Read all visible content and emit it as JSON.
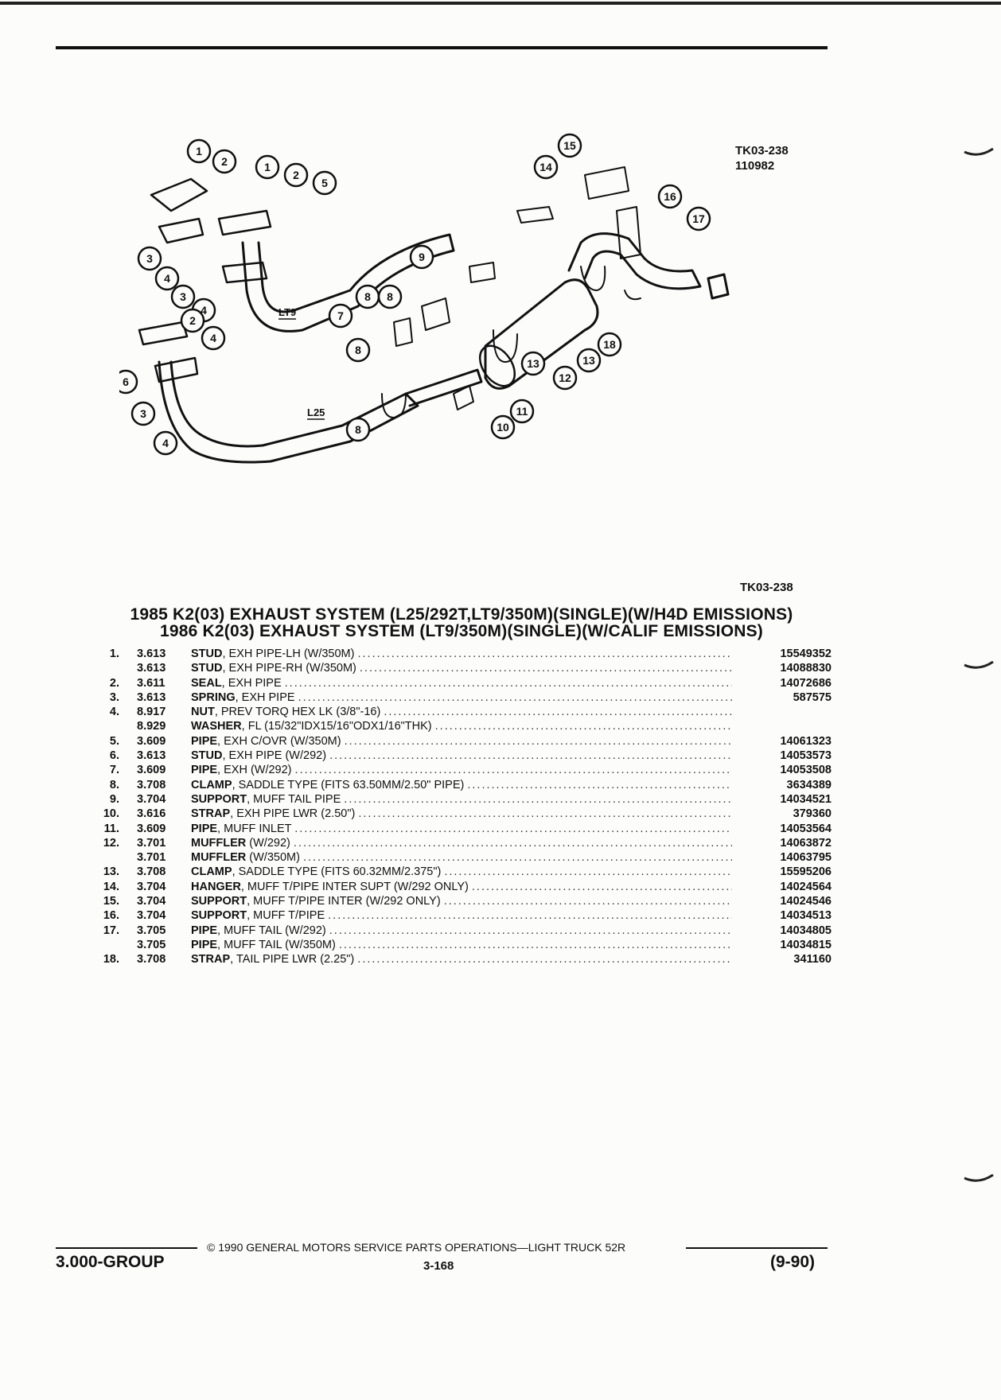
{
  "diagram": {
    "ref_code": "TK03-238",
    "ref_date": "110982",
    "engine_labels": [
      "LT9",
      "L25"
    ],
    "callouts": [
      "1",
      "2",
      "1",
      "2",
      "5",
      "3",
      "4",
      "3",
      "4",
      "2",
      "4",
      "6",
      "3",
      "4",
      "7",
      "8",
      "9",
      "8",
      "8",
      "10",
      "11",
      "12",
      "13",
      "13",
      "14",
      "15",
      "16",
      "17",
      "18",
      "8"
    ]
  },
  "figure_ref": "TK03-238",
  "titles": {
    "line1": "1985 K2(03) EXHAUST SYSTEM (L25/292T,LT9/350M)(SINGLE)(W/H4D EMISSIONS)",
    "line2": "1986 K2(03) EXHAUST SYSTEM (LT9/350M)(SINGLE)(W/CALIF EMISSIONS)"
  },
  "parts": [
    {
      "num": "1.",
      "group": "3.613",
      "name": "STUD",
      "detail": ", EXH PIPE-LH (W/350M)",
      "part": "15549352"
    },
    {
      "num": "",
      "group": "3.613",
      "name": "STUD",
      "detail": ", EXH PIPE-RH (W/350M)",
      "part": "14088830"
    },
    {
      "num": "2.",
      "group": "3.611",
      "name": "SEAL",
      "detail": ", EXH PIPE",
      "part": "14072686"
    },
    {
      "num": "3.",
      "group": "3.613",
      "name": "SPRING",
      "detail": ", EXH PIPE",
      "part": "587575"
    },
    {
      "num": "4.",
      "group": "8.917",
      "name": "NUT",
      "detail": ", PREV TORQ HEX LK (3/8\"-16)",
      "part": ""
    },
    {
      "num": "",
      "group": "8.929",
      "name": "WASHER",
      "detail": ", FL (15/32\"IDX15/16\"ODX1/16\"THK)",
      "part": ""
    },
    {
      "num": "5.",
      "group": "3.609",
      "name": "PIPE",
      "detail": ", EXH C/OVR (W/350M)",
      "part": "14061323"
    },
    {
      "num": "6.",
      "group": "3.613",
      "name": "STUD",
      "detail": ", EXH PIPE (W/292)",
      "part": "14053573"
    },
    {
      "num": "7.",
      "group": "3.609",
      "name": "PIPE",
      "detail": ", EXH (W/292)",
      "part": "14053508"
    },
    {
      "num": "8.",
      "group": "3.708",
      "name": "CLAMP",
      "detail": ", SADDLE TYPE (FITS 63.50MM/2.50\" PIPE)",
      "part": "3634389"
    },
    {
      "num": "9.",
      "group": "3.704",
      "name": "SUPPORT",
      "detail": ", MUFF TAIL PIPE",
      "part": "14034521"
    },
    {
      "num": "10.",
      "group": "3.616",
      "name": "STRAP",
      "detail": ", EXH PIPE LWR (2.50\")",
      "part": "379360"
    },
    {
      "num": "11.",
      "group": "3.609",
      "name": "PIPE",
      "detail": ", MUFF INLET",
      "part": "14053564"
    },
    {
      "num": "12.",
      "group": "3.701",
      "name": "MUFFLER",
      "detail": " (W/292)",
      "part": "14063872"
    },
    {
      "num": "",
      "group": "3.701",
      "name": "MUFFLER",
      "detail": " (W/350M)",
      "part": "14063795"
    },
    {
      "num": "13.",
      "group": "3.708",
      "name": "CLAMP",
      "detail": ", SADDLE TYPE (FITS 60.32MM/2.375\")",
      "part": "15595206"
    },
    {
      "num": "14.",
      "group": "3.704",
      "name": "HANGER",
      "detail": ", MUFF T/PIPE INTER SUPT (W/292 ONLY)",
      "part": "14024564"
    },
    {
      "num": "15.",
      "group": "3.704",
      "name": "SUPPORT",
      "detail": ", MUFF T/PIPE INTER (W/292 ONLY)",
      "part": "14024546"
    },
    {
      "num": "16.",
      "group": "3.704",
      "name": "SUPPORT",
      "detail": ", MUFF T/PIPE",
      "part": "14034513"
    },
    {
      "num": "17.",
      "group": "3.705",
      "name": "PIPE",
      "detail": ", MUFF TAIL (W/292)",
      "part": "14034805"
    },
    {
      "num": "",
      "group": "3.705",
      "name": "PIPE",
      "detail": ", MUFF TAIL (W/350M)",
      "part": "14034815"
    },
    {
      "num": "18.",
      "group": "3.708",
      "name": "STRAP",
      "detail": ", TAIL PIPE LWR (2.25\")",
      "part": "341160"
    }
  ],
  "dot_leader": "..........................................................................................................",
  "footer": {
    "copyright": "© 1990 GENERAL MOTORS SERVICE PARTS OPERATIONS—LIGHT TRUCK 52R",
    "group": "3.000-GROUP",
    "page": "3-168",
    "date": "(9-90)"
  }
}
